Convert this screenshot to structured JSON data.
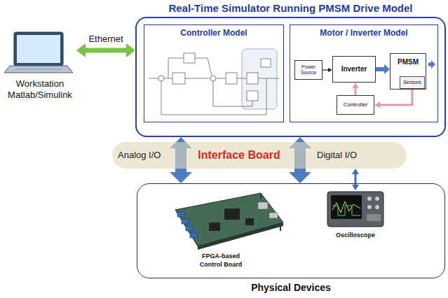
{
  "diagram": {
    "nodes": [
      {
        "text": [
          "Workstation Matlab/Simulink"
        ]
      },
      {
        "text": [
          "Real-Time Simulator Running PMSM Drive Model"
        ]
      },
      {
        "text": [
          "Controller Model"
        ],
        "in": 1
      },
      {
        "text": [
          "Motor / Inverter Model"
        ],
        "in": 1
      },
      {
        "text": [
          "Power Source"
        ],
        "in": 3
      },
      {
        "text": [
          "Inverter"
        ],
        "in": 3
      },
      {
        "text": [
          "PMSM"
        ],
        "in": 3
      },
      {
        "text": [
          "Sensors"
        ],
        "in": 6
      },
      {
        "text": [
          "Controller"
        ],
        "in": 3
      },
      {
        "text": [
          "Interface Board"
        ]
      },
      {
        "text": [
          "Physical Devices"
        ]
      },
      {
        "text": [
          "FPGA-based Control Board"
        ],
        "in": 10
      },
      {
        "text": [
          "Oscilloscope"
        ],
        "in": 10
      }
    ],
    "edges": [
      {
        "from": 0,
        "to": 1,
        "arrow": "both",
        "label": "Ethernet"
      },
      {
        "from": 1,
        "to": 10,
        "arrow": "both"
      },
      {
        "from": 1,
        "to": 10,
        "arrow": "both"
      },
      {
        "from": 9,
        "to": 12,
        "arrow": "both"
      },
      {
        "from": 4,
        "to": 5,
        "arrow": "to"
      },
      {
        "from": 5,
        "to": 6,
        "arrow": "to"
      },
      {
        "from": 7,
        "to": 8,
        "arrow": "to"
      },
      {
        "from": 8,
        "to": 5,
        "arrow": "to"
      }
    ],
    "labels": [
      "Analog I/O",
      "Digital I/O"
    ]
  }
}
